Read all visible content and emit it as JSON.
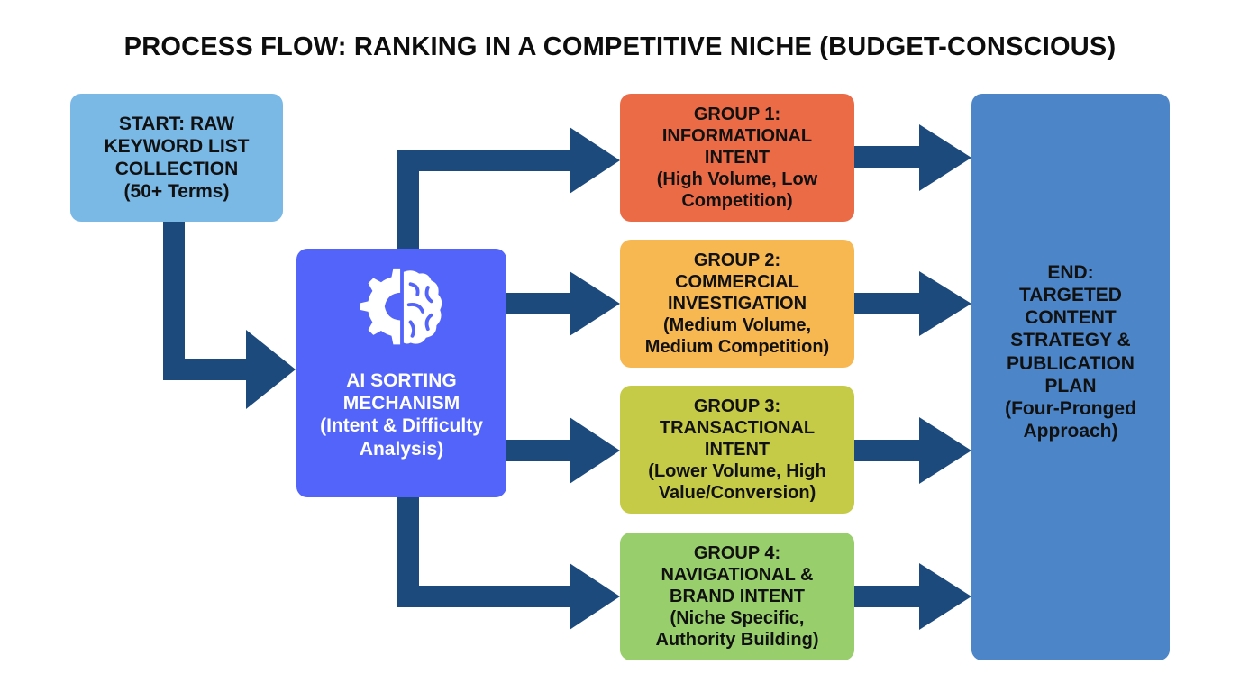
{
  "title": "PROCESS FLOW: RANKING IN A COMPETITIVE NICHE (BUDGET-CONSCIOUS)",
  "start": {
    "lines": [
      "START: RAW",
      "KEYWORD LIST",
      "COLLECTION",
      "(50+ Terms)"
    ]
  },
  "ai": {
    "icon": "gear-brain-icon",
    "lines": [
      "AI SORTING",
      "MECHANISM",
      "(Intent & Difficulty",
      "Analysis)"
    ]
  },
  "groups": [
    {
      "lines": [
        "GROUP 1:",
        "INFORMATIONAL",
        "INTENT",
        "(High Volume, Low",
        "Competition)"
      ],
      "color": "#ec6b47"
    },
    {
      "lines": [
        "GROUP 2:",
        "COMMERCIAL",
        "INVESTIGATION",
        "(Medium Volume,",
        "Medium Competition)"
      ],
      "color": "#f7b851"
    },
    {
      "lines": [
        "GROUP 3:",
        "TRANSACTIONAL",
        "INTENT",
        "(Lower Volume, High",
        "Value/Conversion)"
      ],
      "color": "#c6cb47"
    },
    {
      "lines": [
        "GROUP 4:",
        "NAVIGATIONAL &",
        "BRAND INTENT",
        "(Niche Specific,",
        "Authority Building)"
      ],
      "color": "#98cf6c"
    }
  ],
  "end": {
    "lines": [
      "END:",
      "TARGETED",
      "CONTENT",
      "STRATEGY &",
      "PUBLICATION",
      "PLAN",
      "(Four-Pronged",
      "Approach)"
    ]
  },
  "colors": {
    "arrow": "#1c4a7c",
    "start": "#7ab8e6",
    "ai": "#5364fb",
    "end": "#4d86c8"
  }
}
